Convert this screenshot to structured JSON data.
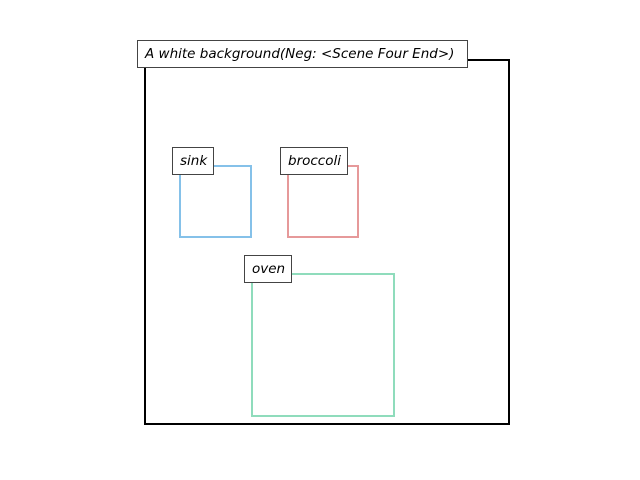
{
  "caption": "A white background(Neg: <Scene Four End>)",
  "boxes": [
    {
      "label": "sink",
      "color": "#85c1e9"
    },
    {
      "label": "broccoli",
      "color": "#e6999a"
    },
    {
      "label": "oven",
      "color": "#8fdcbc"
    }
  ],
  "frame_color": "#000000"
}
